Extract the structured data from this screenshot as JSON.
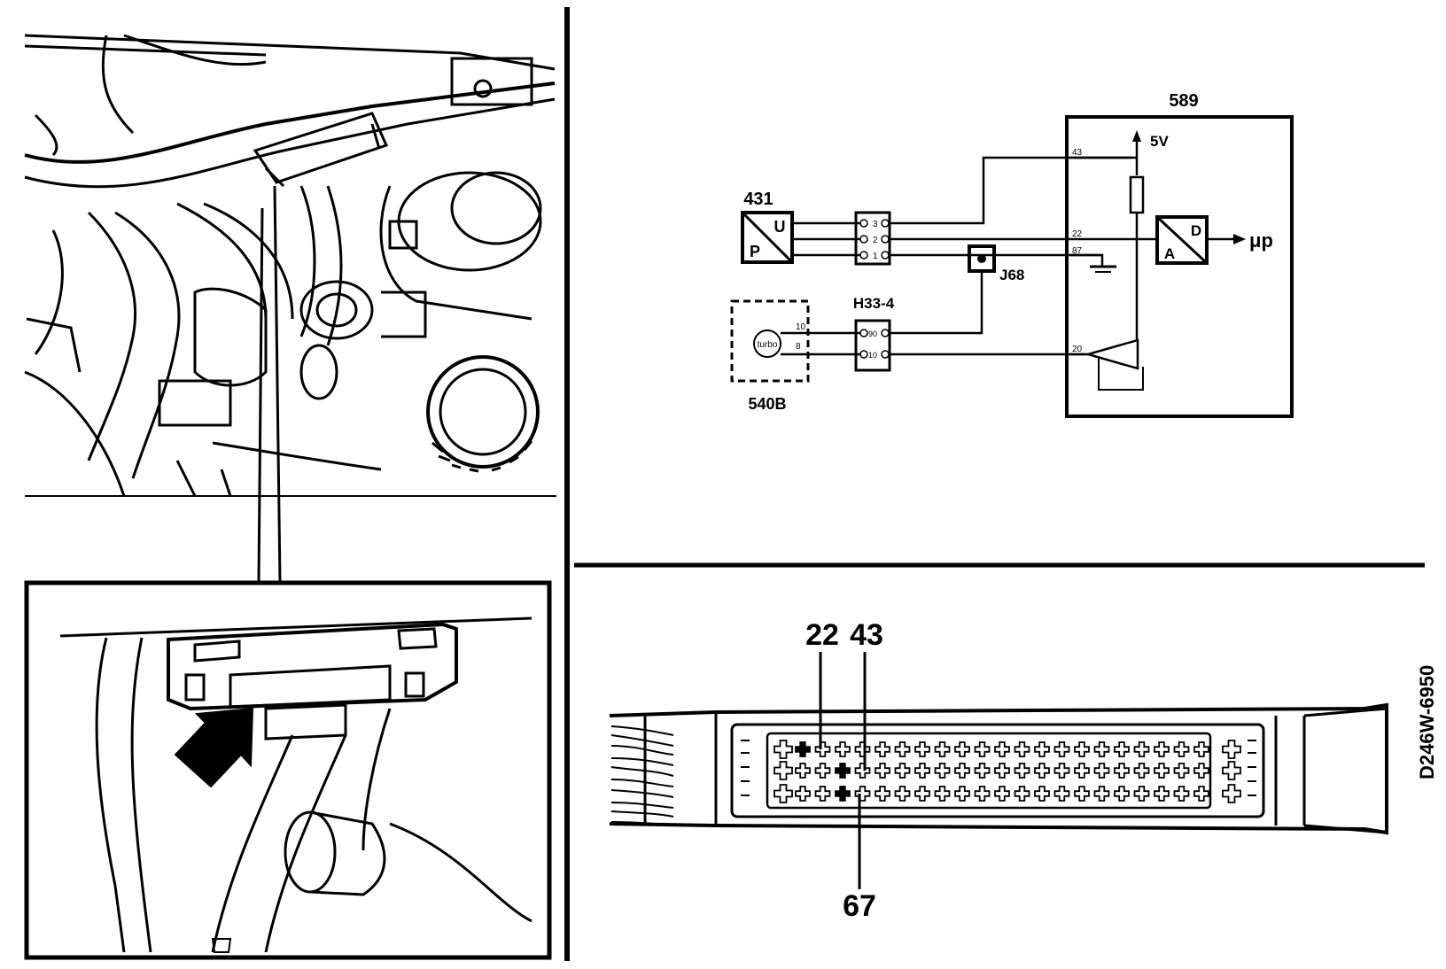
{
  "drawing_code": "D246W-6950",
  "schematic": {
    "sensor": {
      "id": "431",
      "letter_top": "U",
      "letter_bottom": "P"
    },
    "connector_a": {
      "pins": [
        "3",
        "2",
        "1"
      ]
    },
    "junction": {
      "id": "J68"
    },
    "turbo_module": {
      "id": "540B",
      "label": "turbo",
      "pins": [
        "10",
        "8"
      ]
    },
    "connector_b": {
      "id": "H33-4",
      "pins": [
        "90",
        "10"
      ]
    },
    "ecu": {
      "id": "589",
      "supply": "5V",
      "pins": [
        "43",
        "22",
        "87",
        "20"
      ],
      "adc": {
        "in": "A",
        "out": "D"
      },
      "output": "μp"
    }
  },
  "connector_callouts": {
    "pin_22": "22",
    "pin_43": "43",
    "pin_67": "67"
  }
}
